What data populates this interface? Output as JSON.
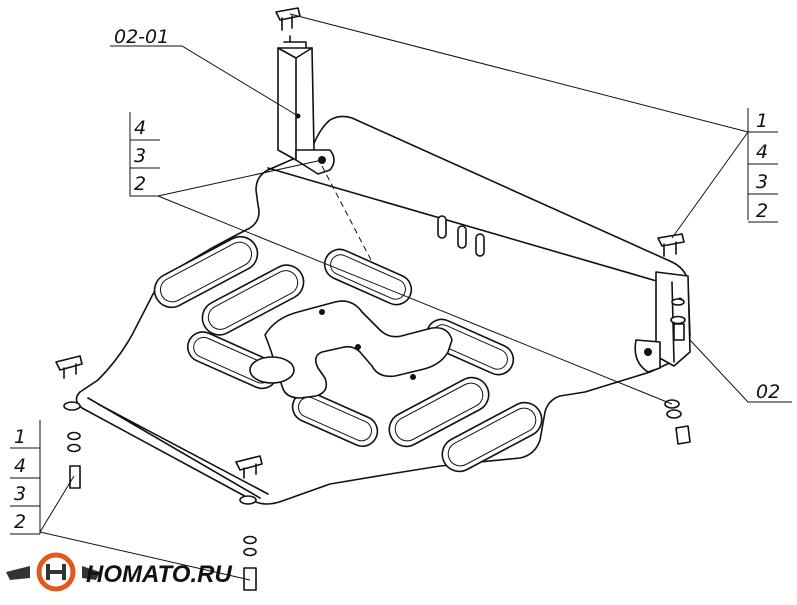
{
  "callouts": {
    "part_top": "02-01",
    "part_right": "02",
    "left_stack": [
      "4",
      "3",
      "2"
    ],
    "right_stack": [
      "1",
      "4",
      "3",
      "2"
    ],
    "bottom_left_stack": [
      "1",
      "4",
      "3",
      "2"
    ]
  },
  "logo": {
    "text": "HOMATO.RU",
    "colors": {
      "ring": "#e05a1e",
      "wing": "#333333"
    }
  }
}
